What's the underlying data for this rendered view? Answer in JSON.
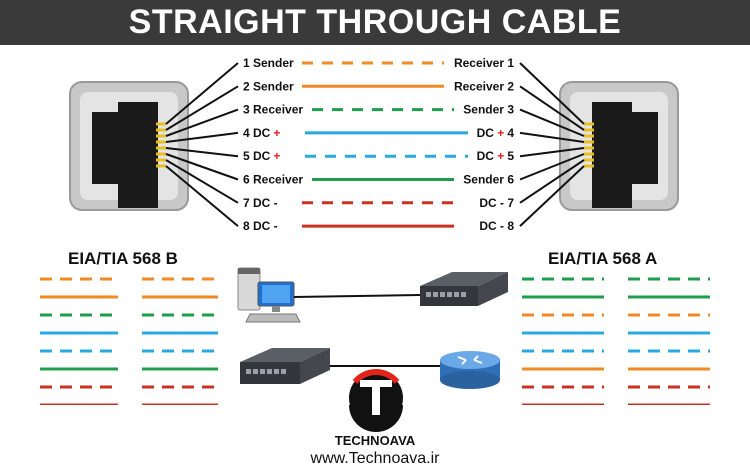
{
  "title": "STRAIGHT THROUGH CABLE",
  "pins": [
    {
      "left": "1 Sender",
      "left_plus": "",
      "right": "Receiver  1",
      "right_plus": "",
      "color": "#f08a24",
      "dashed": true
    },
    {
      "left": "2 Sender",
      "left_plus": "",
      "right": "Receiver 2",
      "right_plus": "",
      "color": "#f08a24",
      "dashed": false
    },
    {
      "left": "3 Receiver",
      "left_plus": "",
      "right": "Sender 3",
      "right_plus": "",
      "color": "#1e9e4a",
      "dashed": true
    },
    {
      "left": "4 DC",
      "left_plus": "+",
      "right": "4",
      "right_plus": "DC +",
      "color": "#2aa8e0",
      "dashed": false
    },
    {
      "left": "5 DC",
      "left_plus": "+",
      "right": "5",
      "right_plus": "DC +",
      "color": "#2aa8e0",
      "dashed": true
    },
    {
      "left": "6 Receiver",
      "left_plus": "",
      "right": "Sender 6",
      "right_plus": "",
      "color": "#1e9e4a",
      "dashed": false
    },
    {
      "left": "7 DC -",
      "left_plus": "",
      "right": "DC - 7",
      "right_plus": "",
      "color": "#c8321e",
      "dashed": true
    },
    {
      "left": "8 DC -",
      "left_plus": "",
      "right": "DC - 8",
      "right_plus": "",
      "color": "#c8321e",
      "dashed": false
    }
  ],
  "colors": {
    "plus_sign": "#e02020",
    "banner": "#3a3a3a",
    "brand_red": "#e0261b"
  },
  "standard_b": {
    "label": "EIA/TIA 568 B",
    "wires": [
      {
        "color": "#f08a24",
        "dashed": true
      },
      {
        "color": "#f08a24",
        "dashed": false
      },
      {
        "color": "#1e9e4a",
        "dashed": true
      },
      {
        "color": "#2aa8e0",
        "dashed": false
      },
      {
        "color": "#2aa8e0",
        "dashed": true
      },
      {
        "color": "#1e9e4a",
        "dashed": false
      },
      {
        "color": "#c8321e",
        "dashed": true
      },
      {
        "color": "#c8321e",
        "dashed": false
      }
    ]
  },
  "standard_a": {
    "label": "EIA/TIA 568 A",
    "wires": [
      {
        "color": "#1e9e4a",
        "dashed": true
      },
      {
        "color": "#1e9e4a",
        "dashed": false
      },
      {
        "color": "#f08a24",
        "dashed": true
      },
      {
        "color": "#2aa8e0",
        "dashed": false
      },
      {
        "color": "#2aa8e0",
        "dashed": true
      },
      {
        "color": "#f08a24",
        "dashed": false
      },
      {
        "color": "#c8321e",
        "dashed": true
      },
      {
        "color": "#c8321e",
        "dashed": false
      }
    ]
  },
  "icons": [
    "rj45-jack-icon",
    "computer-icon",
    "switch-icon",
    "router-icon",
    "brand-logo-icon"
  ],
  "brand": {
    "name": "TECHNOAVA",
    "url": "www.Technoava.ir"
  }
}
